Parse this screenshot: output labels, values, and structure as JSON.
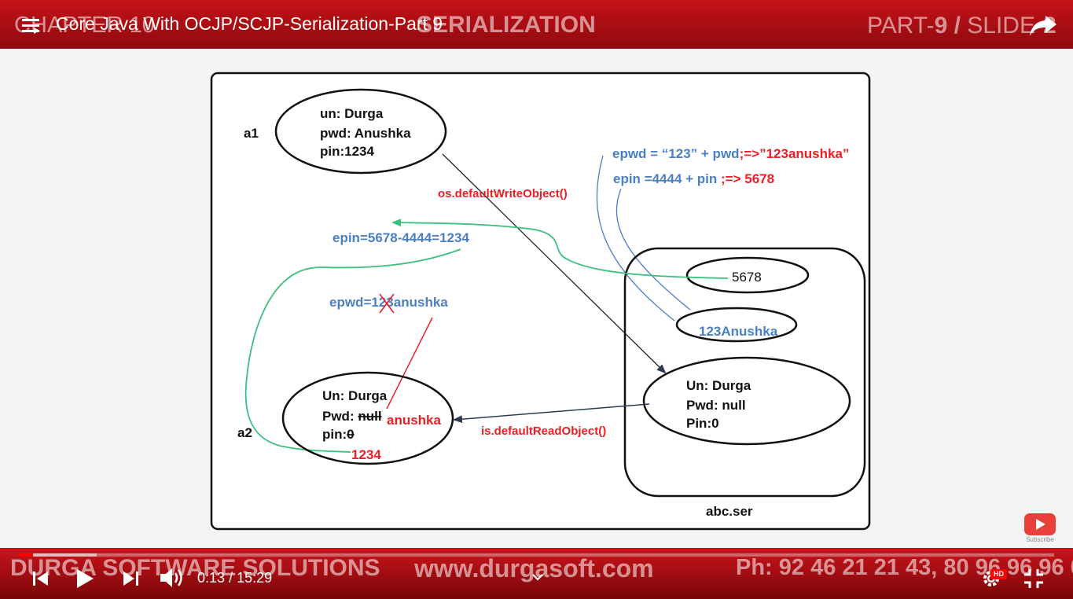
{
  "video": {
    "title": "Core Java With OCJP/SCJP-Serialization-Part 9",
    "time_current": "0:13",
    "time_separator": "/",
    "time_total": "15:29",
    "played_fraction": 0.014,
    "buffered_fraction": 0.075,
    "hd_badge": "HD",
    "subscribe_label": "Subscribe"
  },
  "slide_header": {
    "chapter": "CHAPTER 10",
    "topic": "SERIALIZATION",
    "part_prefix": "PART-",
    "part_num": "9",
    "sep": " / ",
    "slide_prefix": "SLIDE-",
    "slide_num": "2"
  },
  "slide_footer": {
    "company": "DURGA SOFTWARE SOLUTIONS",
    "website": "www.durgasoft.com",
    "phone": "Ph: 92 46 21 21 43, 80 96 96 96 06"
  },
  "diagram": {
    "a1_label": "a1",
    "a1_un": "un: Durga",
    "a1_pwd": "pwd: Anushka",
    "a1_pin": "pin:1234",
    "write_call": "os.defaultWriteObject()",
    "epwd_formula_blue": "epwd = “123” + pwd",
    "epwd_formula_red": ";=>”123anushka”",
    "epin_formula_blue": "epin =4444 + pin",
    "epin_formula_red": " ;=> 5678",
    "epin_calc": "epin=5678-4444=1234",
    "epwd_calc_prefix": "epwd=12",
    "epwd_calc_struck": "3",
    "epwd_calc_suffix": "anushka",
    "file_pin_value": "5678",
    "file_pwd_value": "123Anushka",
    "file_un": "Un: Durga",
    "file_pwd": "Pwd: null",
    "file_pin": "Pin:0",
    "file_name": "abc.ser",
    "read_call": "is.defaultReadObject()",
    "a2_label": "a2",
    "a2_un": "Un: Durga",
    "a2_pwd_prefix": "Pwd: ",
    "a2_pwd_struck": "null",
    "a2_pwd_new": "anushka",
    "a2_pin_prefix": "pin:",
    "a2_pin_struck": "0",
    "a2_pin_new": "1234"
  },
  "colors": {
    "blue_text": "#4a7fc4",
    "red_text": "#ee1c24",
    "green_line": "#3cbf7f",
    "dark_arrow": "#2e3a54"
  }
}
